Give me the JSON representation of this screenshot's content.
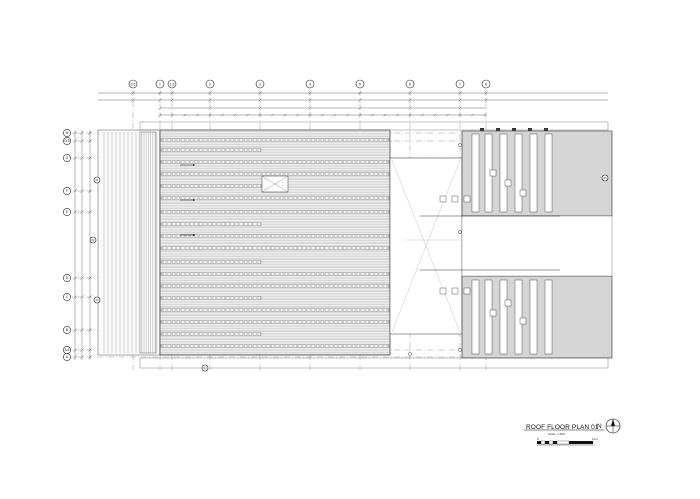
{
  "title_block": {
    "title": "ROOF FLOOR PLAN 01",
    "scale": "Scale: 1:300",
    "north_label": "N",
    "scalebar_start": "0",
    "scalebar_end": "10m"
  },
  "grid_columns": [
    "0.5",
    "1",
    "1.5",
    "2",
    "3",
    "4",
    "5",
    "6",
    "7",
    "8"
  ],
  "grid_rows": [
    "H",
    "G.5",
    "G",
    "F",
    "E",
    "D",
    "C",
    "B",
    "A.5",
    "A"
  ],
  "axis_markers": [
    "X1",
    "X2",
    "X3",
    "X4",
    "X5"
  ]
}
